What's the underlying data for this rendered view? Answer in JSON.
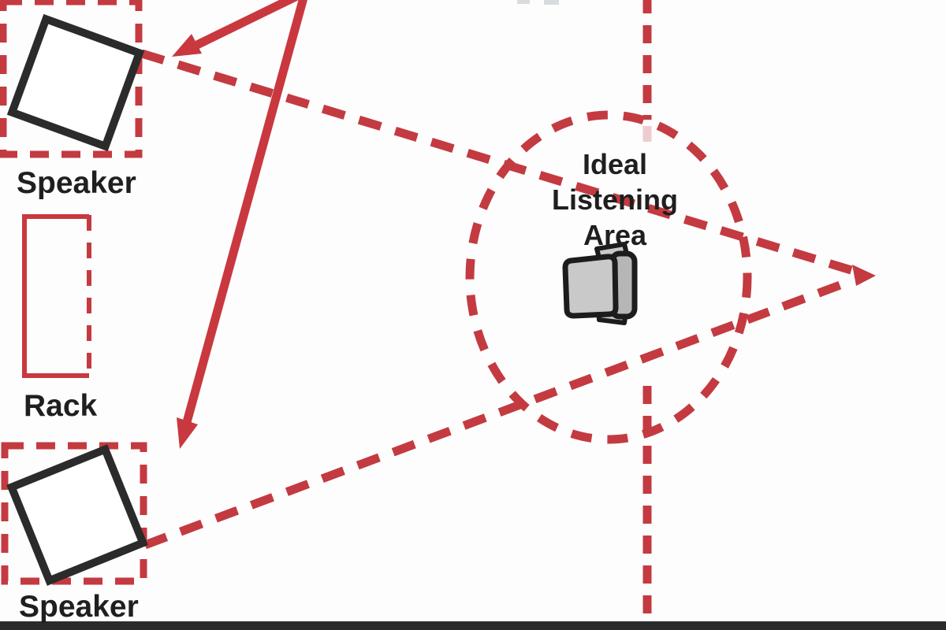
{
  "labels": {
    "speaker_top": "Speaker",
    "rack": "Rack",
    "speaker_bottom": "Speaker",
    "listening_area": {
      "line1": "Ideal",
      "line2": "Listening",
      "line3": "Area"
    }
  },
  "icons": {
    "listener_chair": "chair-top-view-icon",
    "axis_arrowhead": "arrow-right-icon",
    "placement_arrows": "arrow-down-left-icon"
  },
  "colors": {
    "accent_red": "#c43a41",
    "solid_red": "#c9383f",
    "outline_black": "#2b2b2b",
    "label_black": "#1f1f1f",
    "chair_light": "#c9c9c9",
    "chair_mid": "#b6b6b6",
    "chair_outline": "#1c1c1c",
    "background": "#fdfdfd"
  }
}
